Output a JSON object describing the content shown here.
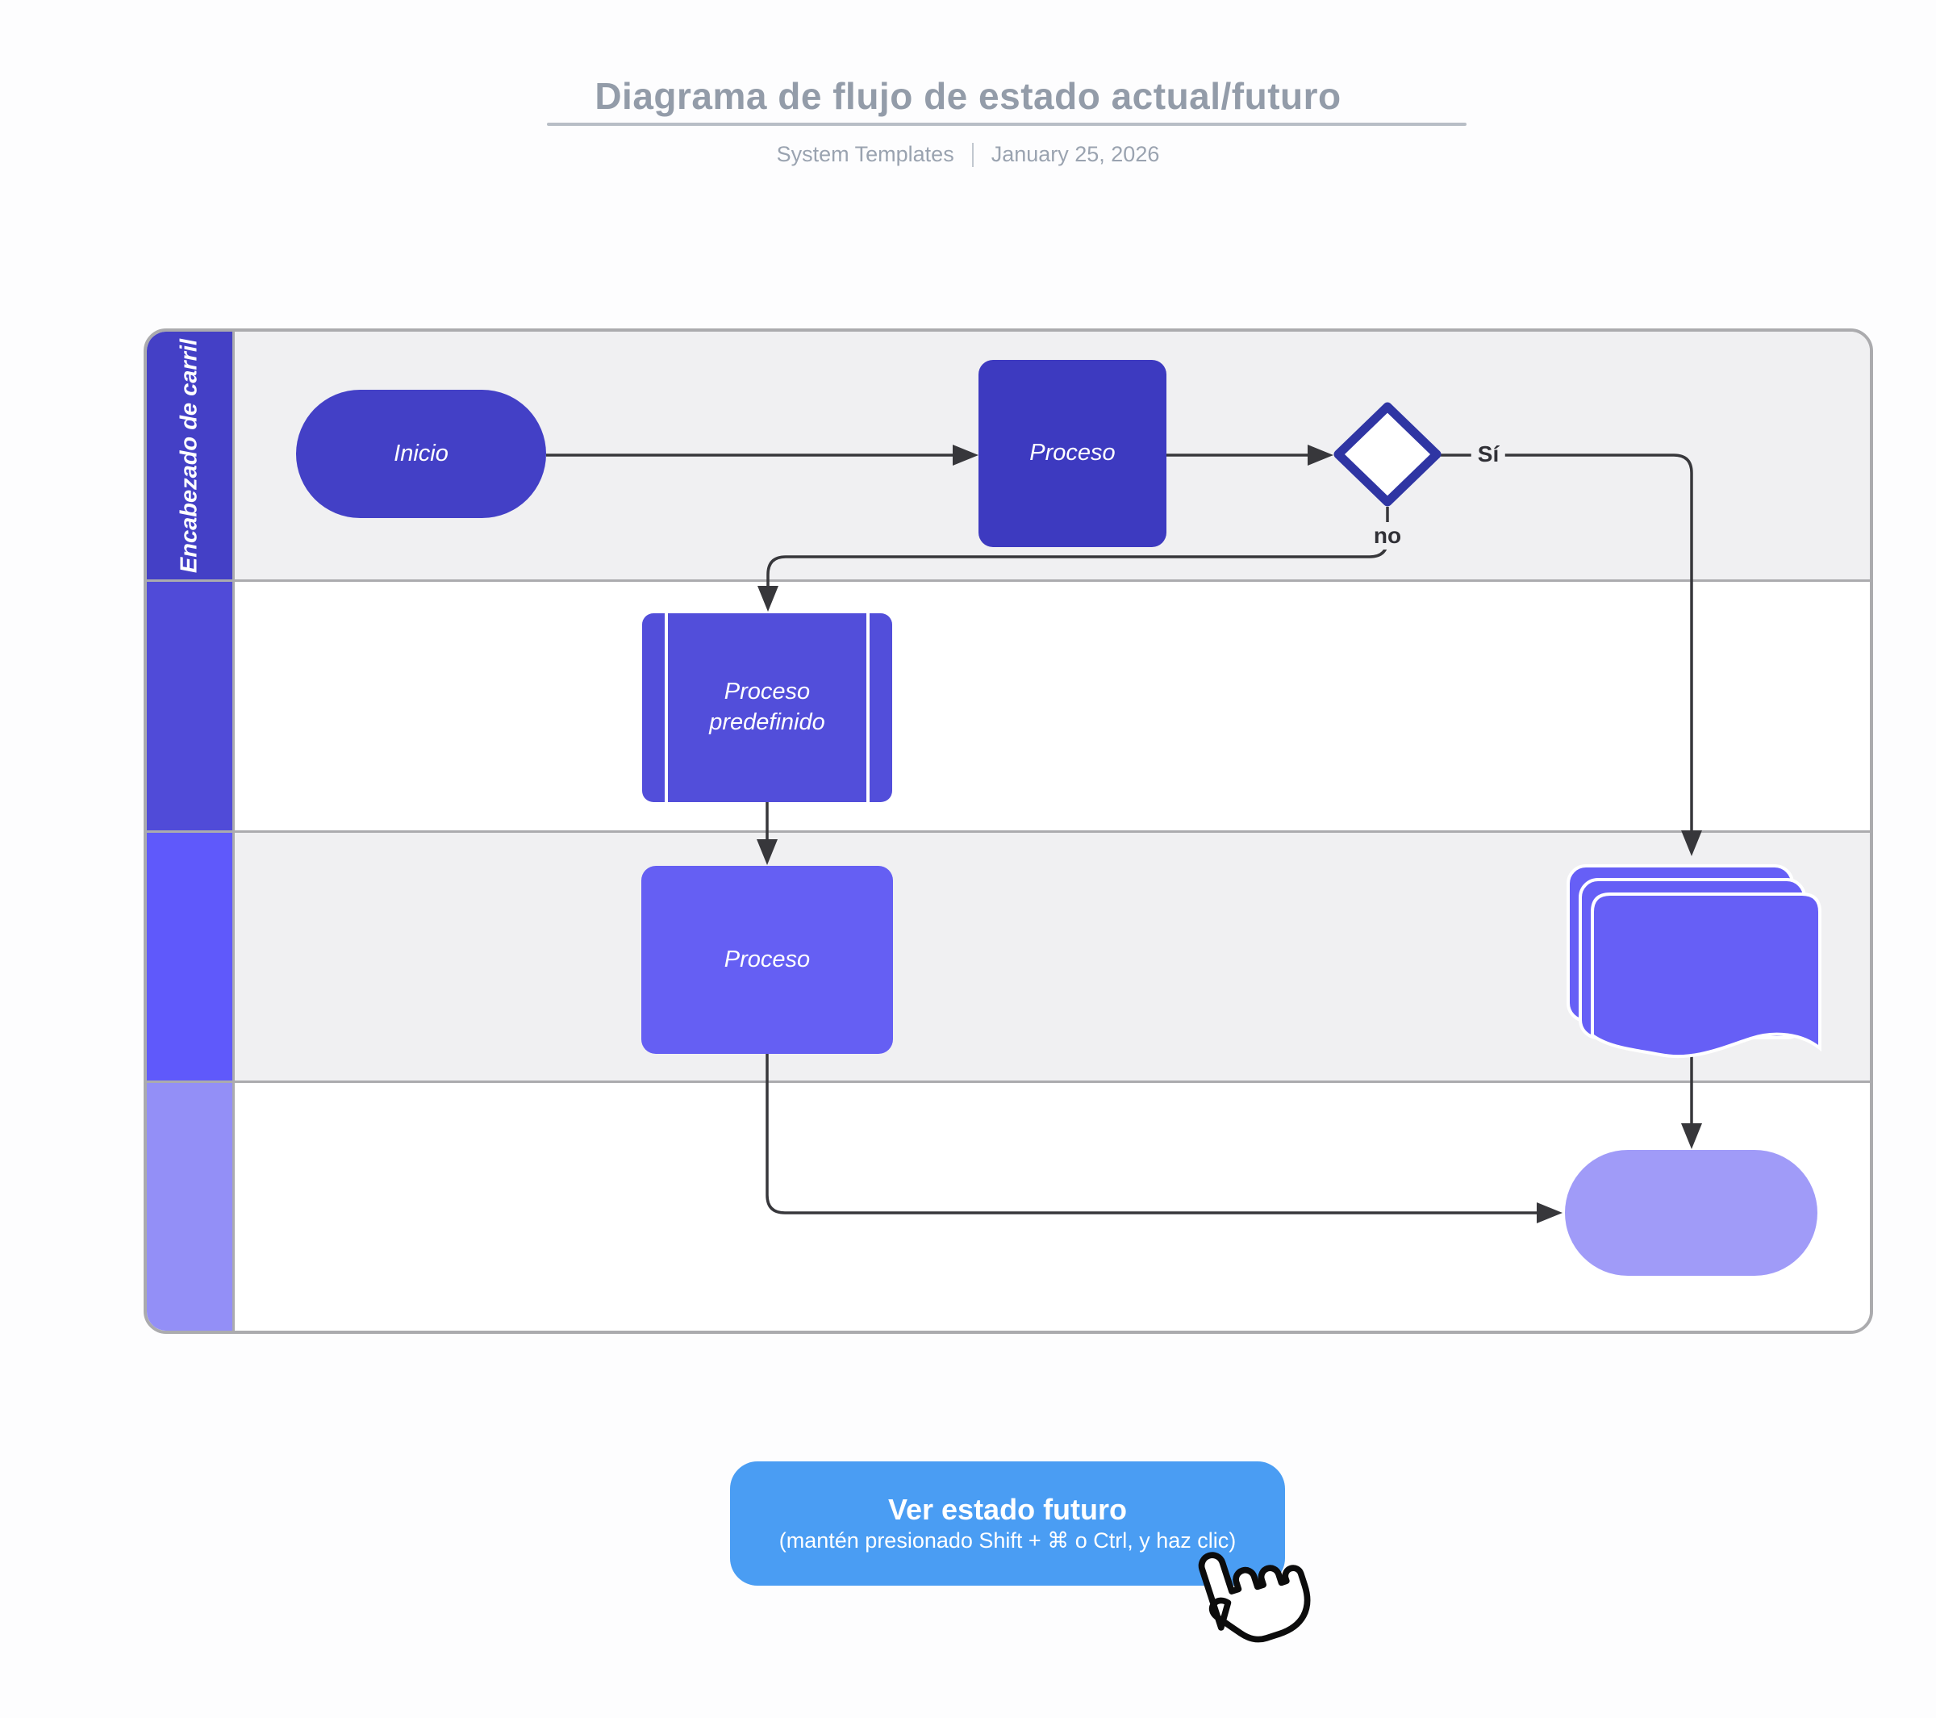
{
  "header": {
    "title": "Diagrama de flujo de estado actual/futuro",
    "source": "System Templates",
    "date": "January 25, 2026"
  },
  "swimlane": {
    "header_label": "Encabezado de carril",
    "lane_strip_colors": [
      "#4440c6",
      "#504bd8",
      "#5f59fb",
      "#938ff7"
    ],
    "lane_backgrounds": [
      "#f0f0f2",
      "#ffffff",
      "#f0f0f2",
      "#ffffff"
    ]
  },
  "flowchart": {
    "start": {
      "label": "Inicio",
      "color": "#4340c6"
    },
    "process1": {
      "label": "Proceso",
      "color": "#3d3ac0"
    },
    "decision": {
      "yes_label": "Sí",
      "no_label": "no",
      "border_color": "#2f35a3",
      "fill": "#ffffff"
    },
    "predefined": {
      "label": "Proceso predefinido",
      "color": "#524eda"
    },
    "process2": {
      "label": "Proceso",
      "color": "#655ff3"
    },
    "multidocument": {
      "color": "#665ff6"
    },
    "terminator": {
      "color": "#a09bf8"
    },
    "line_color": "#37373b"
  },
  "cta_button": {
    "label": "Ver estado futuro",
    "sublabel": "(mantén presionado Shift + ⌘ o Ctrl, y haz clic)",
    "color": "#4a9df3"
  }
}
